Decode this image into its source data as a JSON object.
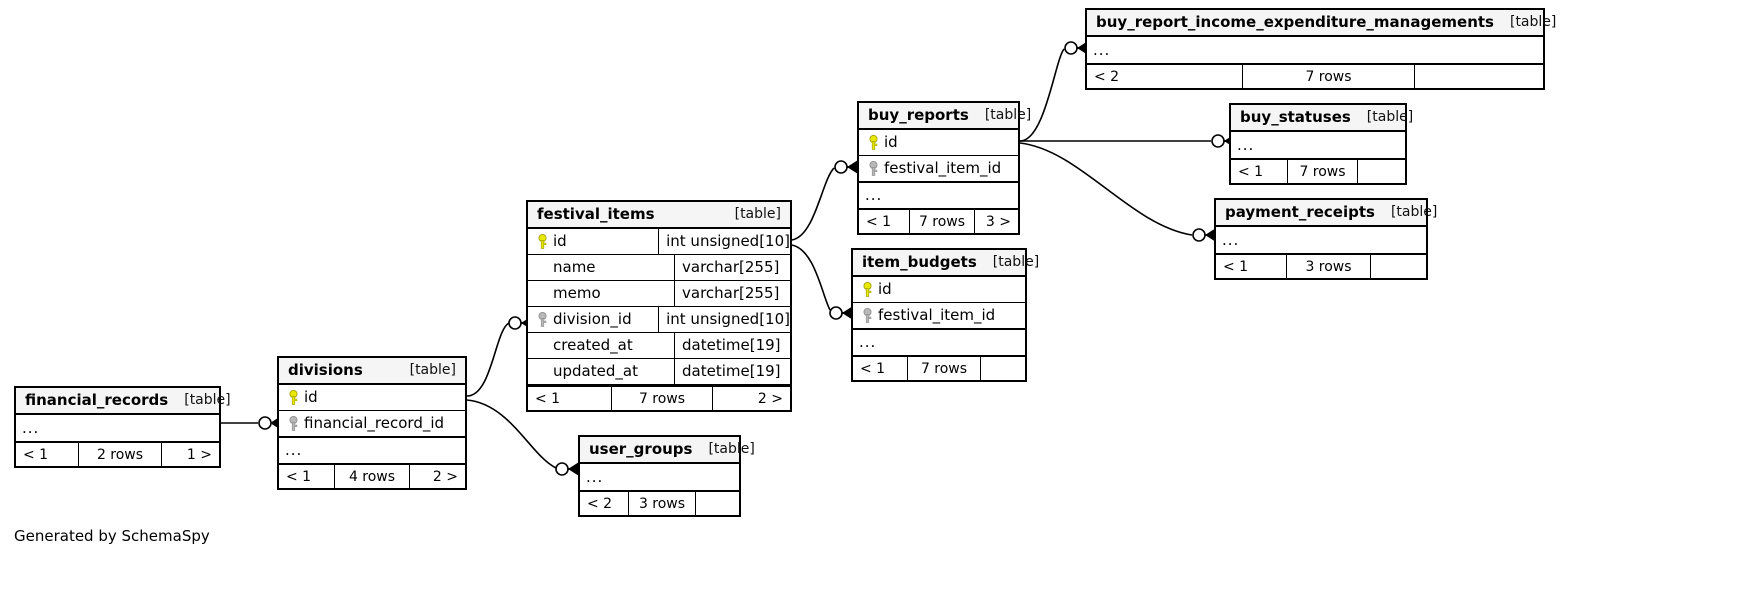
{
  "diagram": {
    "type": "entity-relationship-diagram",
    "generator_caption": "Generated by SchemaSpy",
    "kind_label": "[table]",
    "ellipsis": "...",
    "colors": {
      "primary_key_icon": "#e8e800",
      "foreign_key_icon": "#b0b0b0",
      "table_header_bg": "#f5f5f5",
      "border": "#000000",
      "background": "#ffffff"
    }
  },
  "tables": {
    "buy_report_income_expenditure_managements": {
      "name": "buy_report_income_expenditure_managements",
      "kind": "[table]",
      "columns": [],
      "has_ellipsis": true,
      "footer": {
        "left": "< 2",
        "center": "7 rows",
        "right": ""
      }
    },
    "buy_statuses": {
      "name": "buy_statuses",
      "kind": "[table]",
      "columns": [],
      "has_ellipsis": true,
      "footer": {
        "left": "< 1",
        "center": "7 rows",
        "right": ""
      }
    },
    "payment_receipts": {
      "name": "payment_receipts",
      "kind": "[table]",
      "columns": [],
      "has_ellipsis": true,
      "footer": {
        "left": "< 1",
        "center": "3 rows",
        "right": ""
      }
    },
    "buy_reports": {
      "name": "buy_reports",
      "kind": "[table]",
      "columns": [
        {
          "key": "primary",
          "name": "id",
          "type": ""
        },
        {
          "key": "foreign",
          "name": "festival_item_id",
          "type": ""
        }
      ],
      "has_ellipsis": true,
      "footer": {
        "left": "< 1",
        "center": "7 rows",
        "right": "3 >"
      }
    },
    "item_budgets": {
      "name": "item_budgets",
      "kind": "[table]",
      "columns": [
        {
          "key": "primary",
          "name": "id",
          "type": ""
        },
        {
          "key": "foreign",
          "name": "festival_item_id",
          "type": ""
        }
      ],
      "has_ellipsis": true,
      "footer": {
        "left": "< 1",
        "center": "7 rows",
        "right": ""
      }
    },
    "festival_items": {
      "name": "festival_items",
      "kind": "[table]",
      "columns": [
        {
          "key": "primary",
          "name": "id",
          "type": "int unsigned[10]"
        },
        {
          "key": "none",
          "name": "name",
          "type": "varchar[255]"
        },
        {
          "key": "none",
          "name": "memo",
          "type": "varchar[255]"
        },
        {
          "key": "foreign",
          "name": "division_id",
          "type": "int unsigned[10]"
        },
        {
          "key": "none",
          "name": "created_at",
          "type": "datetime[19]"
        },
        {
          "key": "none",
          "name": "updated_at",
          "type": "datetime[19]"
        }
      ],
      "has_ellipsis": false,
      "footer": {
        "left": "< 1",
        "center": "7 rows",
        "right": "2 >"
      }
    },
    "divisions": {
      "name": "divisions",
      "kind": "[table]",
      "columns": [
        {
          "key": "primary",
          "name": "id",
          "type": ""
        },
        {
          "key": "foreign",
          "name": "financial_record_id",
          "type": ""
        }
      ],
      "has_ellipsis": true,
      "footer": {
        "left": "< 1",
        "center": "4 rows",
        "right": "2 >"
      }
    },
    "financial_records": {
      "name": "financial_records",
      "kind": "[table]",
      "columns": [],
      "has_ellipsis": true,
      "footer": {
        "left": "< 1",
        "center": "2 rows",
        "right": "1 >"
      }
    },
    "user_groups": {
      "name": "user_groups",
      "kind": "[table]",
      "columns": [],
      "has_ellipsis": true,
      "footer": {
        "left": "< 2",
        "center": "3 rows",
        "right": ""
      }
    }
  }
}
